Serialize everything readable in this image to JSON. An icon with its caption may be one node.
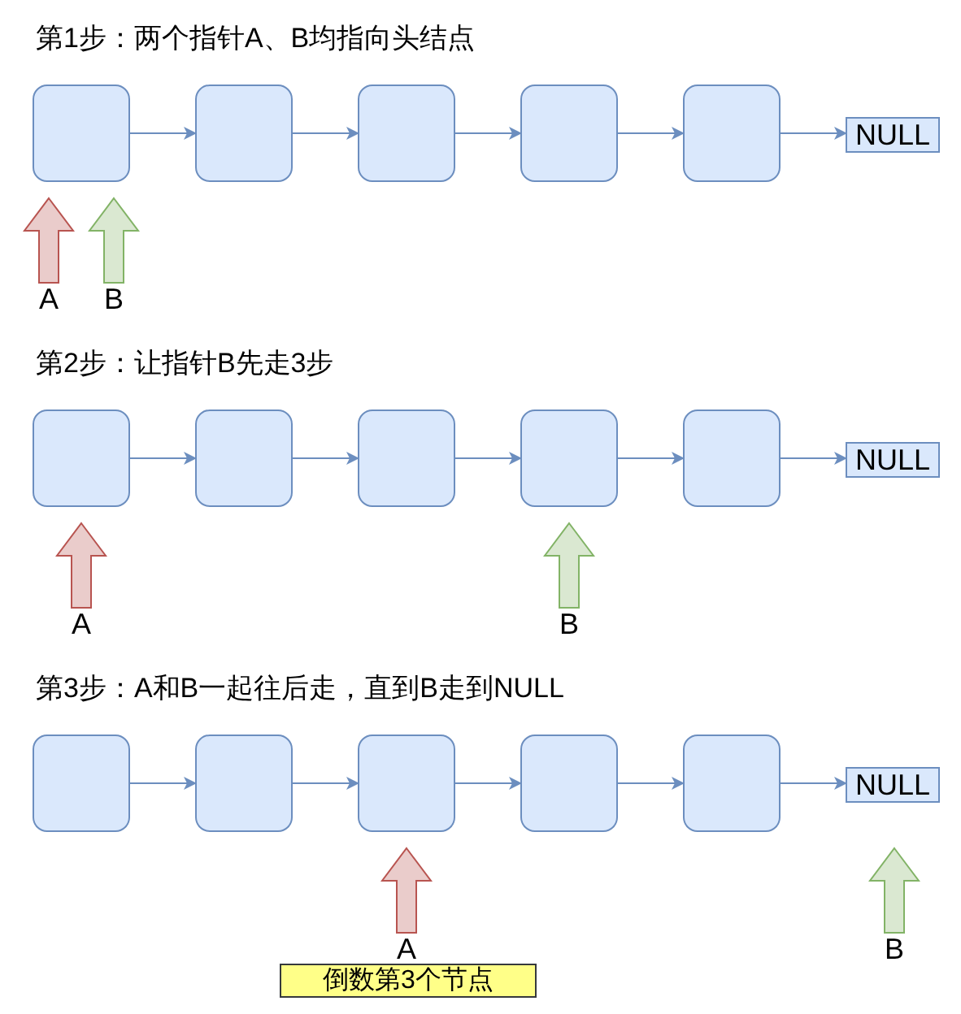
{
  "diagram": {
    "nodes": [
      {
        "text": [],
        "shape": "box"
      },
      {
        "text": [],
        "shape": "box"
      },
      {
        "text": [],
        "shape": "box"
      },
      {
        "text": [],
        "shape": "box"
      },
      {
        "text": [],
        "shape": "box"
      },
      {
        "text": [
          "NULL"
        ]
      },
      {
        "text": [
          "A"
        ]
      },
      {
        "text": [
          "B"
        ]
      },
      {
        "text": [],
        "shape": "box"
      },
      {
        "text": [],
        "shape": "box"
      },
      {
        "text": [],
        "shape": "box"
      },
      {
        "text": [],
        "shape": "box"
      },
      {
        "text": [],
        "shape": "box"
      },
      {
        "text": [
          "NULL"
        ]
      },
      {
        "text": [
          "A"
        ]
      },
      {
        "text": [
          "B"
        ]
      },
      {
        "text": [],
        "shape": "box"
      },
      {
        "text": [],
        "shape": "box"
      },
      {
        "text": [],
        "shape": "box"
      },
      {
        "text": [],
        "shape": "box"
      },
      {
        "text": [],
        "shape": "box"
      },
      {
        "text": [
          "NULL"
        ]
      },
      {
        "text": [
          "A"
        ]
      },
      {
        "text": [
          "B"
        ]
      },
      {
        "text": [
          "倒数第3个节点"
        ]
      }
    ],
    "edges": [
      {
        "from": 0,
        "to": 1,
        "arrow": "to"
      },
      {
        "from": 1,
        "to": 2,
        "arrow": "to"
      },
      {
        "from": 2,
        "to": 3,
        "arrow": "to"
      },
      {
        "from": 3,
        "to": 4,
        "arrow": "to"
      },
      {
        "from": 4,
        "to": 5,
        "arrow": "to"
      },
      {
        "from": 6,
        "to": 0,
        "arrow": "to",
        "style": "thick",
        "color": "#b85450"
      },
      {
        "from": 7,
        "to": 0,
        "arrow": "to",
        "style": "thick",
        "color": "#82b366"
      },
      {
        "from": 8,
        "to": 9,
        "arrow": "to"
      },
      {
        "from": 9,
        "to": 10,
        "arrow": "to"
      },
      {
        "from": 10,
        "to": 11,
        "arrow": "to"
      },
      {
        "from": 11,
        "to": 12,
        "arrow": "to"
      },
      {
        "from": 12,
        "to": 13,
        "arrow": "to"
      },
      {
        "from": 14,
        "to": 8,
        "arrow": "to",
        "style": "thick",
        "color": "#b85450"
      },
      {
        "from": 15,
        "to": 11,
        "arrow": "to",
        "style": "thick",
        "color": "#82b366"
      },
      {
        "from": 16,
        "to": 17,
        "arrow": "to"
      },
      {
        "from": 17,
        "to": 18,
        "arrow": "to"
      },
      {
        "from": 18,
        "to": 19,
        "arrow": "to"
      },
      {
        "from": 19,
        "to": 20,
        "arrow": "to"
      },
      {
        "from": 20,
        "to": 21,
        "arrow": "to"
      },
      {
        "from": 22,
        "to": 18,
        "arrow": "to",
        "style": "thick",
        "color": "#b85450"
      },
      {
        "from": 23,
        "to": 21,
        "arrow": "to",
        "style": "thick",
        "color": "#82b366"
      }
    ],
    "labels": [
      "第1步：两个指针A、B均指向头结点",
      "第2步：让指针B先走3步",
      "第3步：A和B一起往后走，直到B走到NULL"
    ]
  }
}
